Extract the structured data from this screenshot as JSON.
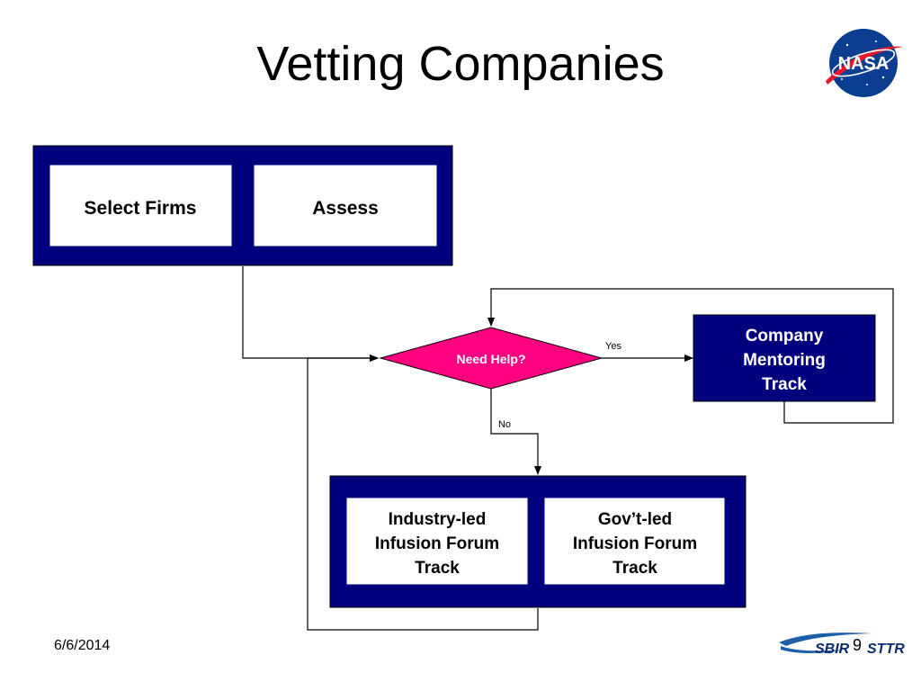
{
  "slide": {
    "title": "Vetting Companies",
    "date": "6/6/2014",
    "page_number": "9"
  },
  "logos": {
    "nasa_text": "NASA",
    "sbir_text": "SBIR",
    "sttr_text": "STTR"
  },
  "diagram": {
    "nodes": {
      "select_firms": "Select Firms",
      "assess": "Assess",
      "decision": "Need Help?",
      "mentoring": [
        "Company",
        "Mentoring",
        "Track"
      ],
      "industry": [
        "Industry-led",
        "Infusion Forum",
        "Track"
      ],
      "govt": [
        "Gov’t-led",
        "Infusion Forum",
        "Track"
      ]
    },
    "edge_labels": {
      "yes": "Yes",
      "no": "No"
    }
  },
  "colors": {
    "container_fill": "#00007f",
    "node_fill": "#ffffff",
    "decision_fill": "#ff0080",
    "line": "#000000"
  }
}
